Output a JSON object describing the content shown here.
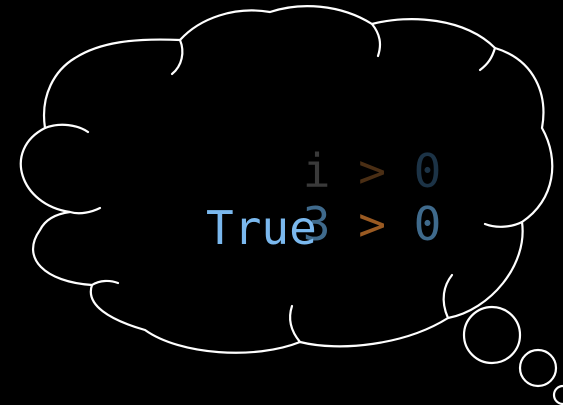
{
  "thought": {
    "line1": {
      "left": "i",
      "op": ">",
      "right": "0"
    },
    "line2": {
      "left": "3",
      "op": ">",
      "right": "0"
    },
    "result": "True"
  },
  "colors": {
    "background": "#000000",
    "outline": "#ffffff",
    "var_dim": "#3a3a3a",
    "op_dim": "#4a2e14",
    "num_dim": "#1c3346",
    "value_mid": "#3f6a8c",
    "op_bright": "#9a5a22",
    "result": "#7ab8ee"
  }
}
